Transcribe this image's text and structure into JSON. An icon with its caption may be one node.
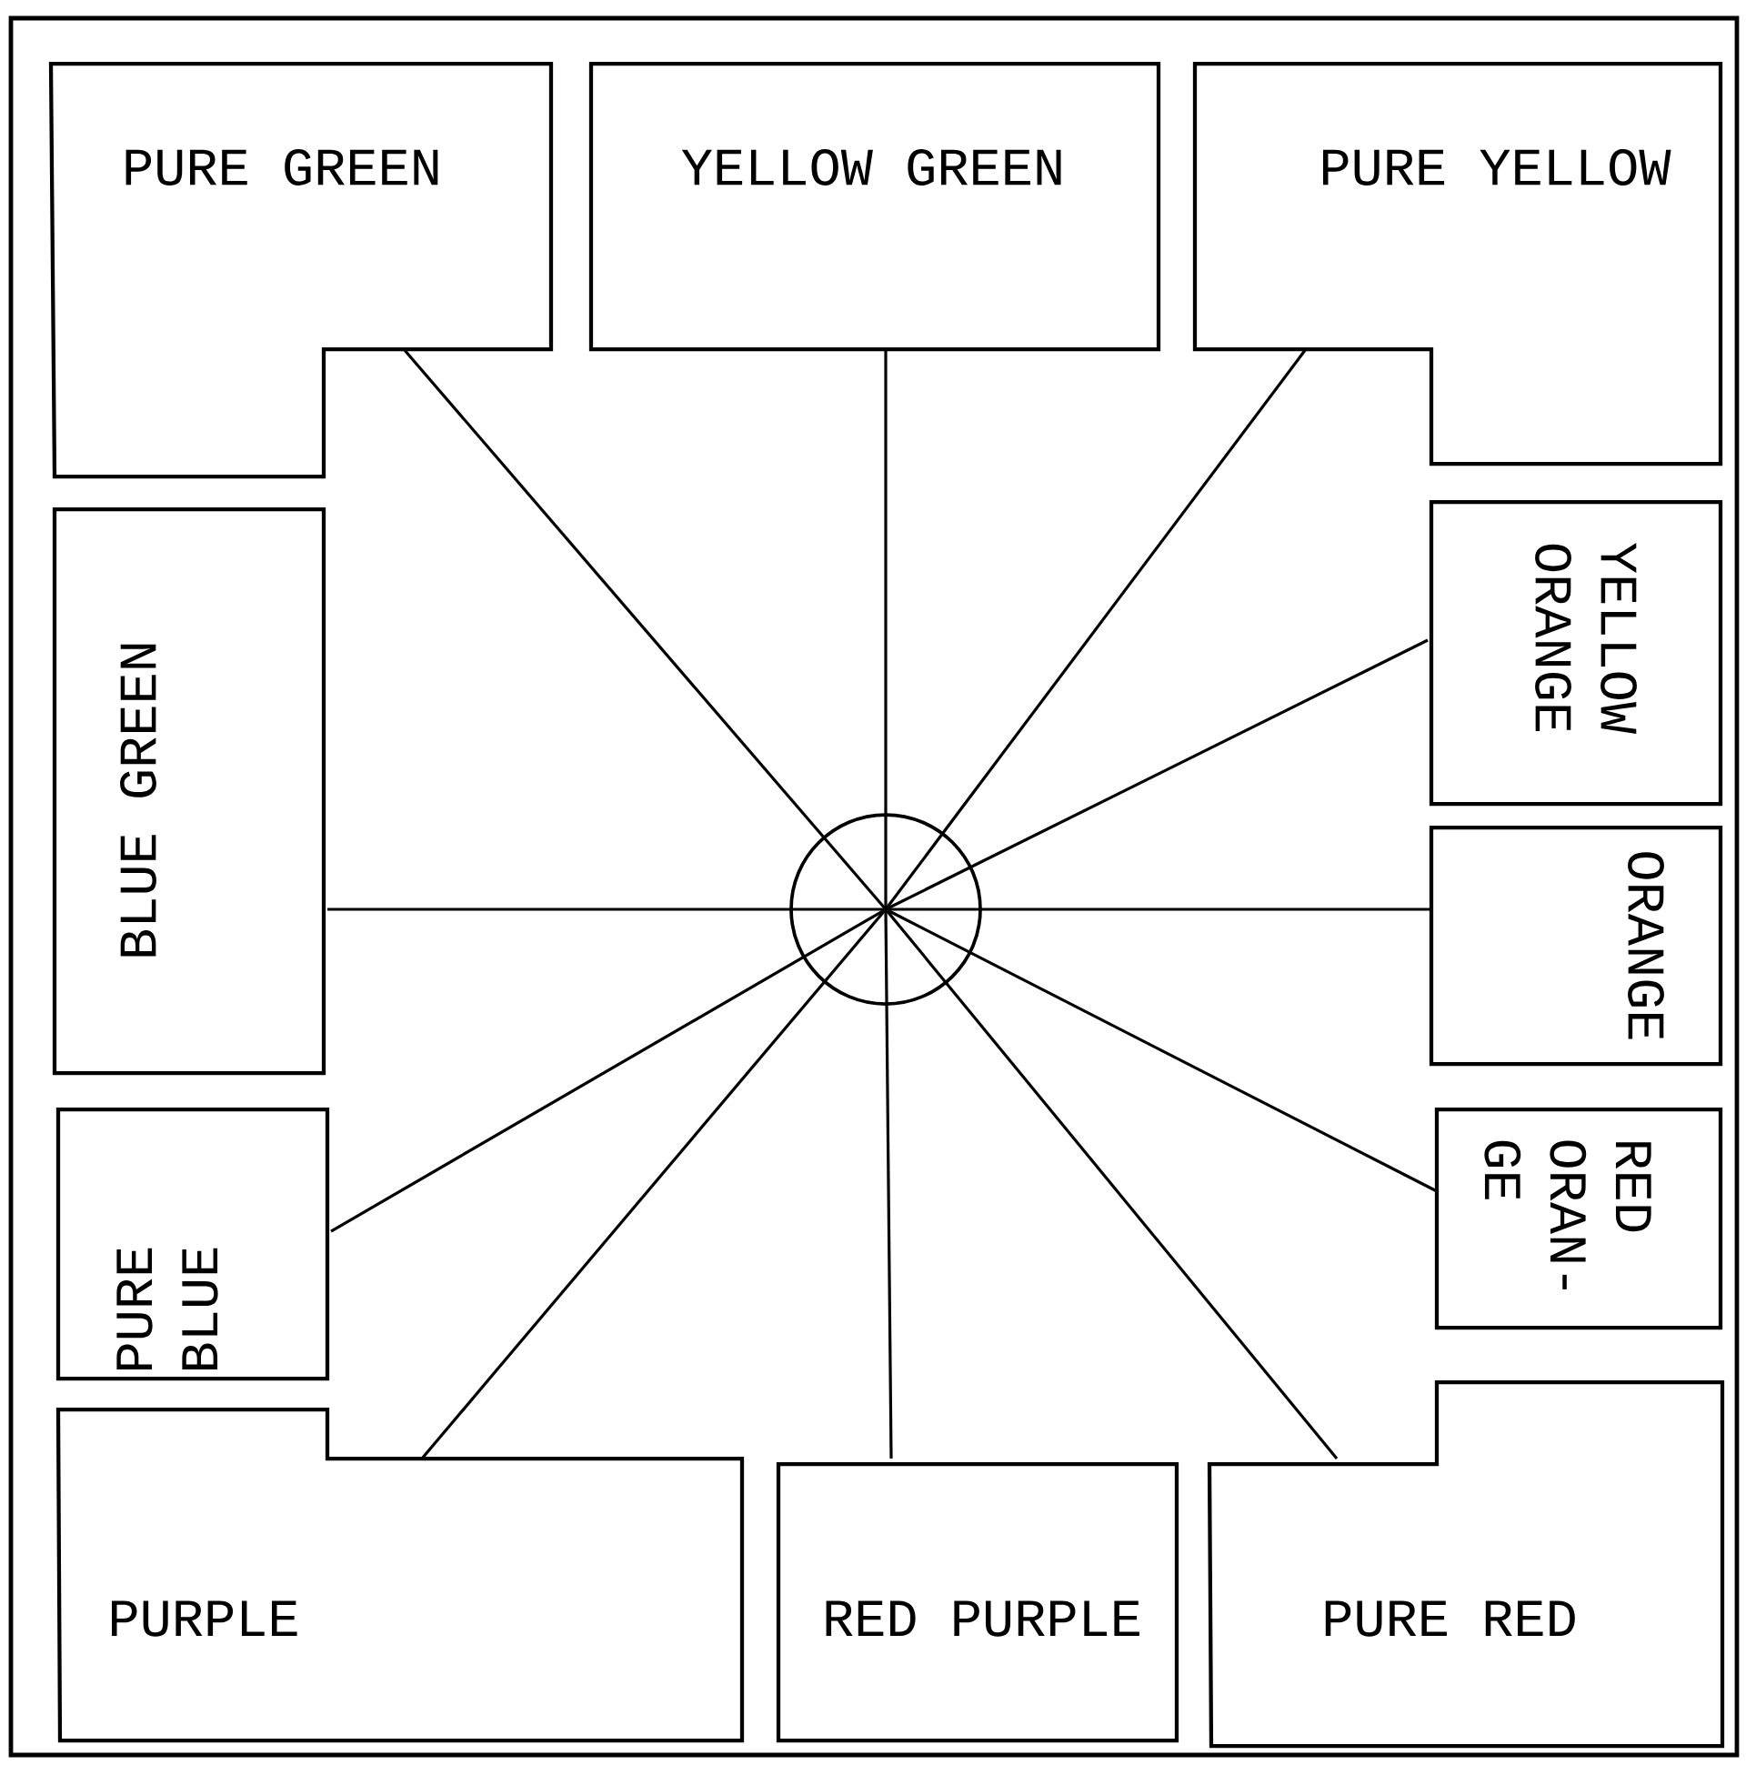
{
  "diagram": {
    "nodes": [
      {
        "text": [
          "PURE GREEN"
        ]
      },
      {
        "text": [
          "YELLOW GREEN"
        ]
      },
      {
        "text": [
          "PURE YELLOW"
        ]
      },
      {
        "text": [
          "BLUE GREEN"
        ]
      },
      {
        "text": [],
        "shape": "circle"
      },
      {
        "text": [
          "YELLOW ORANGE"
        ]
      },
      {
        "text": [
          "ORANGE"
        ]
      },
      {
        "text": [
          "PURE BLUE"
        ]
      },
      {
        "text": [
          "RED ORAN- GE"
        ]
      },
      {
        "text": [
          "PURPLE"
        ]
      },
      {
        "text": [
          "RED PURPLE"
        ]
      },
      {
        "text": [
          "PURE RED"
        ]
      }
    ],
    "edges": [
      {
        "from": 4,
        "to": 0,
        "arrow": "none"
      },
      {
        "from": 4,
        "to": 1,
        "arrow": "none"
      },
      {
        "from": 4,
        "to": 2,
        "arrow": "none"
      },
      {
        "from": 4,
        "to": 3,
        "arrow": "none"
      },
      {
        "from": 4,
        "to": 5,
        "arrow": "none"
      },
      {
        "from": 4,
        "to": 6,
        "arrow": "none"
      },
      {
        "from": 4,
        "to": 7,
        "arrow": "none"
      },
      {
        "from": 4,
        "to": 8,
        "arrow": "none"
      },
      {
        "from": 4,
        "to": 9,
        "arrow": "none"
      },
      {
        "from": 4,
        "to": 10,
        "arrow": "none"
      },
      {
        "from": 4,
        "to": 11,
        "arrow": "none"
      }
    ]
  }
}
